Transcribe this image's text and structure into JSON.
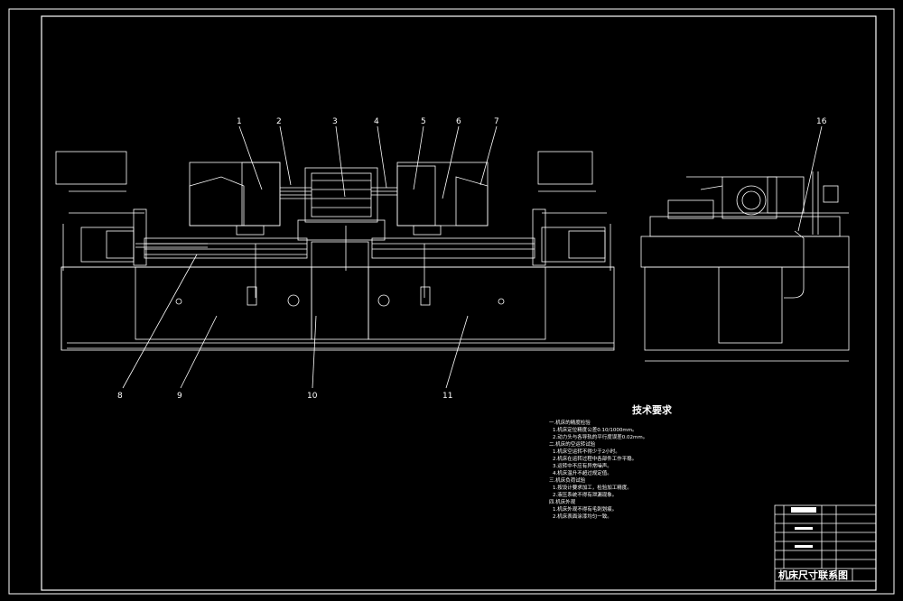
{
  "colors": {
    "background": "#000000",
    "line": "#ffffff",
    "accent": "#e6e6e6"
  },
  "part_labels": [
    "1",
    "2",
    "3",
    "4",
    "5",
    "6",
    "7",
    "8",
    "9",
    "10",
    "11",
    "16"
  ],
  "tech_requirements": {
    "heading": "技术要求",
    "lines": [
      "一.机床的精度检验",
      "1.机床定位精度公差0.10/1000mm。",
      "2.动力头与各导轨的平行度误差0.02mm。",
      "二.机床的空运转试验",
      "1.机床空运转不得少于2小时。",
      "2.机床在运转过程中各部件工作平稳。",
      "3.运转中不应有异常噪声。",
      "4.机床温升不超过规定值。",
      "三.机床负荷试验",
      "1.按设计要求加工，检验加工精度。",
      "2.液压系统不得有泄漏现象。",
      "四.机床外观",
      "1.机床外观不得有毛刺划痕。",
      "2.机床表面涂漆均匀一致。"
    ]
  },
  "title_block": {
    "drawing_title": "机床尺寸联系图"
  }
}
